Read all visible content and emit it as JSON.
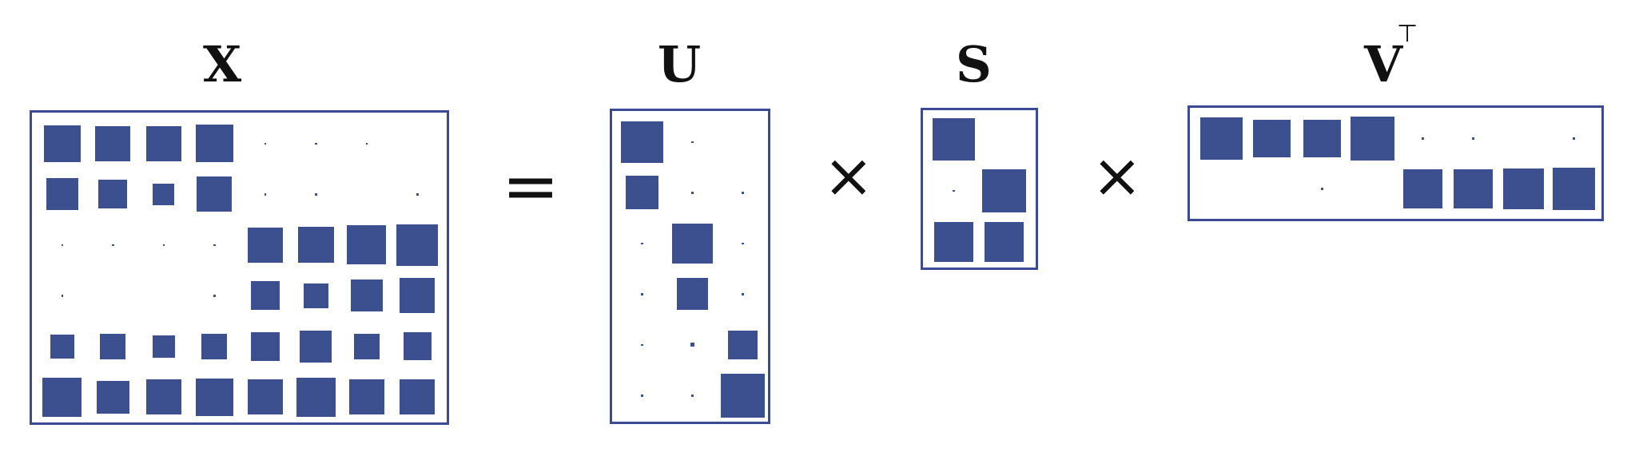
{
  "labels": {
    "x": "X",
    "u": "U",
    "s": "S",
    "vt": "V",
    "vt_sup": "⊤"
  },
  "operators": {
    "equals": "=",
    "times1": "×",
    "times2": "×"
  },
  "colors": {
    "cell": "#3c5090",
    "frame": "#3a4a93"
  },
  "matrices": {
    "X": [
      [
        0.8,
        0.77,
        0.77,
        0.82,
        0.03,
        0.03,
        0.03,
        0
      ],
      [
        0.7,
        0.63,
        0.47,
        0.76,
        0.04,
        0.03,
        0,
        0.04
      ],
      [
        0.03,
        0.03,
        0.03,
        0.03,
        0.76,
        0.78,
        0.86,
        0.9
      ],
      [
        0.02,
        0,
        0,
        0.02,
        0.63,
        0.54,
        0.7,
        0.76
      ],
      [
        0.53,
        0.56,
        0.49,
        0.56,
        0.63,
        0.7,
        0.56,
        0.61
      ],
      [
        0.86,
        0.72,
        0.77,
        0.82,
        0.77,
        0.86,
        0.77,
        0.77
      ]
    ],
    "U": [
      [
        0.92,
        0.04,
        0
      ],
      [
        0.73,
        0.04,
        0.06
      ],
      [
        0.04,
        0.88,
        0.04
      ],
      [
        0.04,
        0.7,
        0.04
      ],
      [
        0.04,
        0.09,
        0.64
      ],
      [
        0.04,
        0.04,
        0.97
      ]
    ],
    "S": [
      [
        0.93,
        0
      ],
      [
        0.02,
        0.96
      ],
      [
        0.87,
        0.87
      ]
    ],
    "VT": [
      [
        0.92,
        0.84,
        0.82,
        0.96,
        0.02,
        0.04,
        0,
        0.03
      ],
      [
        0,
        0,
        0.02,
        0,
        0.85,
        0.87,
        0.9,
        0.93
      ]
    ]
  }
}
